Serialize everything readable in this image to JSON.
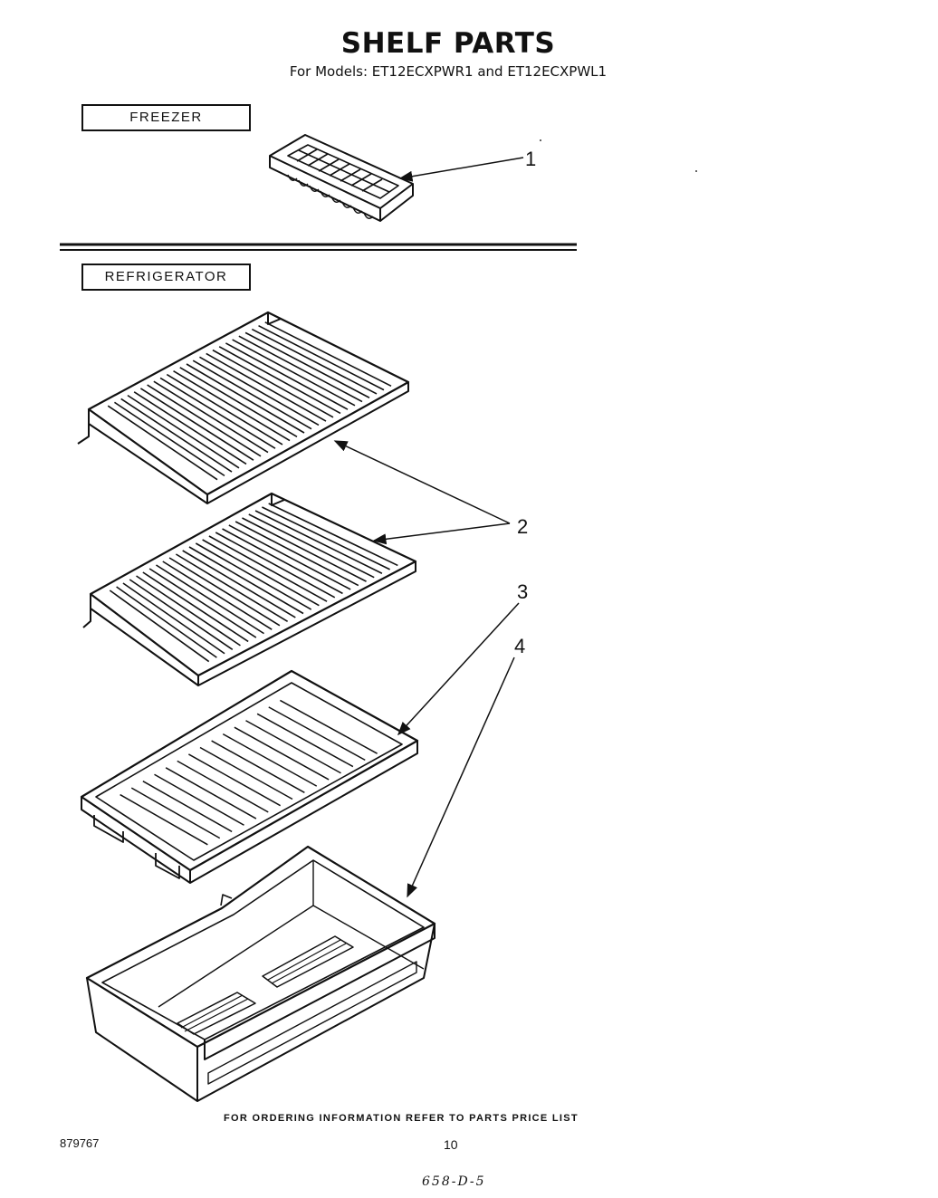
{
  "header": {
    "title": "SHELF PARTS",
    "subtitle": "For Models: ET12ECXPWR1 and ET12ECXPWL1"
  },
  "sections": {
    "freezer": "FREEZER",
    "refrigerator": "REFRIGERATOR"
  },
  "callouts": [
    "1",
    "2",
    "3",
    "4"
  ],
  "footer": {
    "note": "FOR ORDERING INFORMATION REFER TO PARTS PRICE LIST",
    "doc_number": "879767",
    "page_number": "10",
    "handwritten": "658-D-5"
  }
}
